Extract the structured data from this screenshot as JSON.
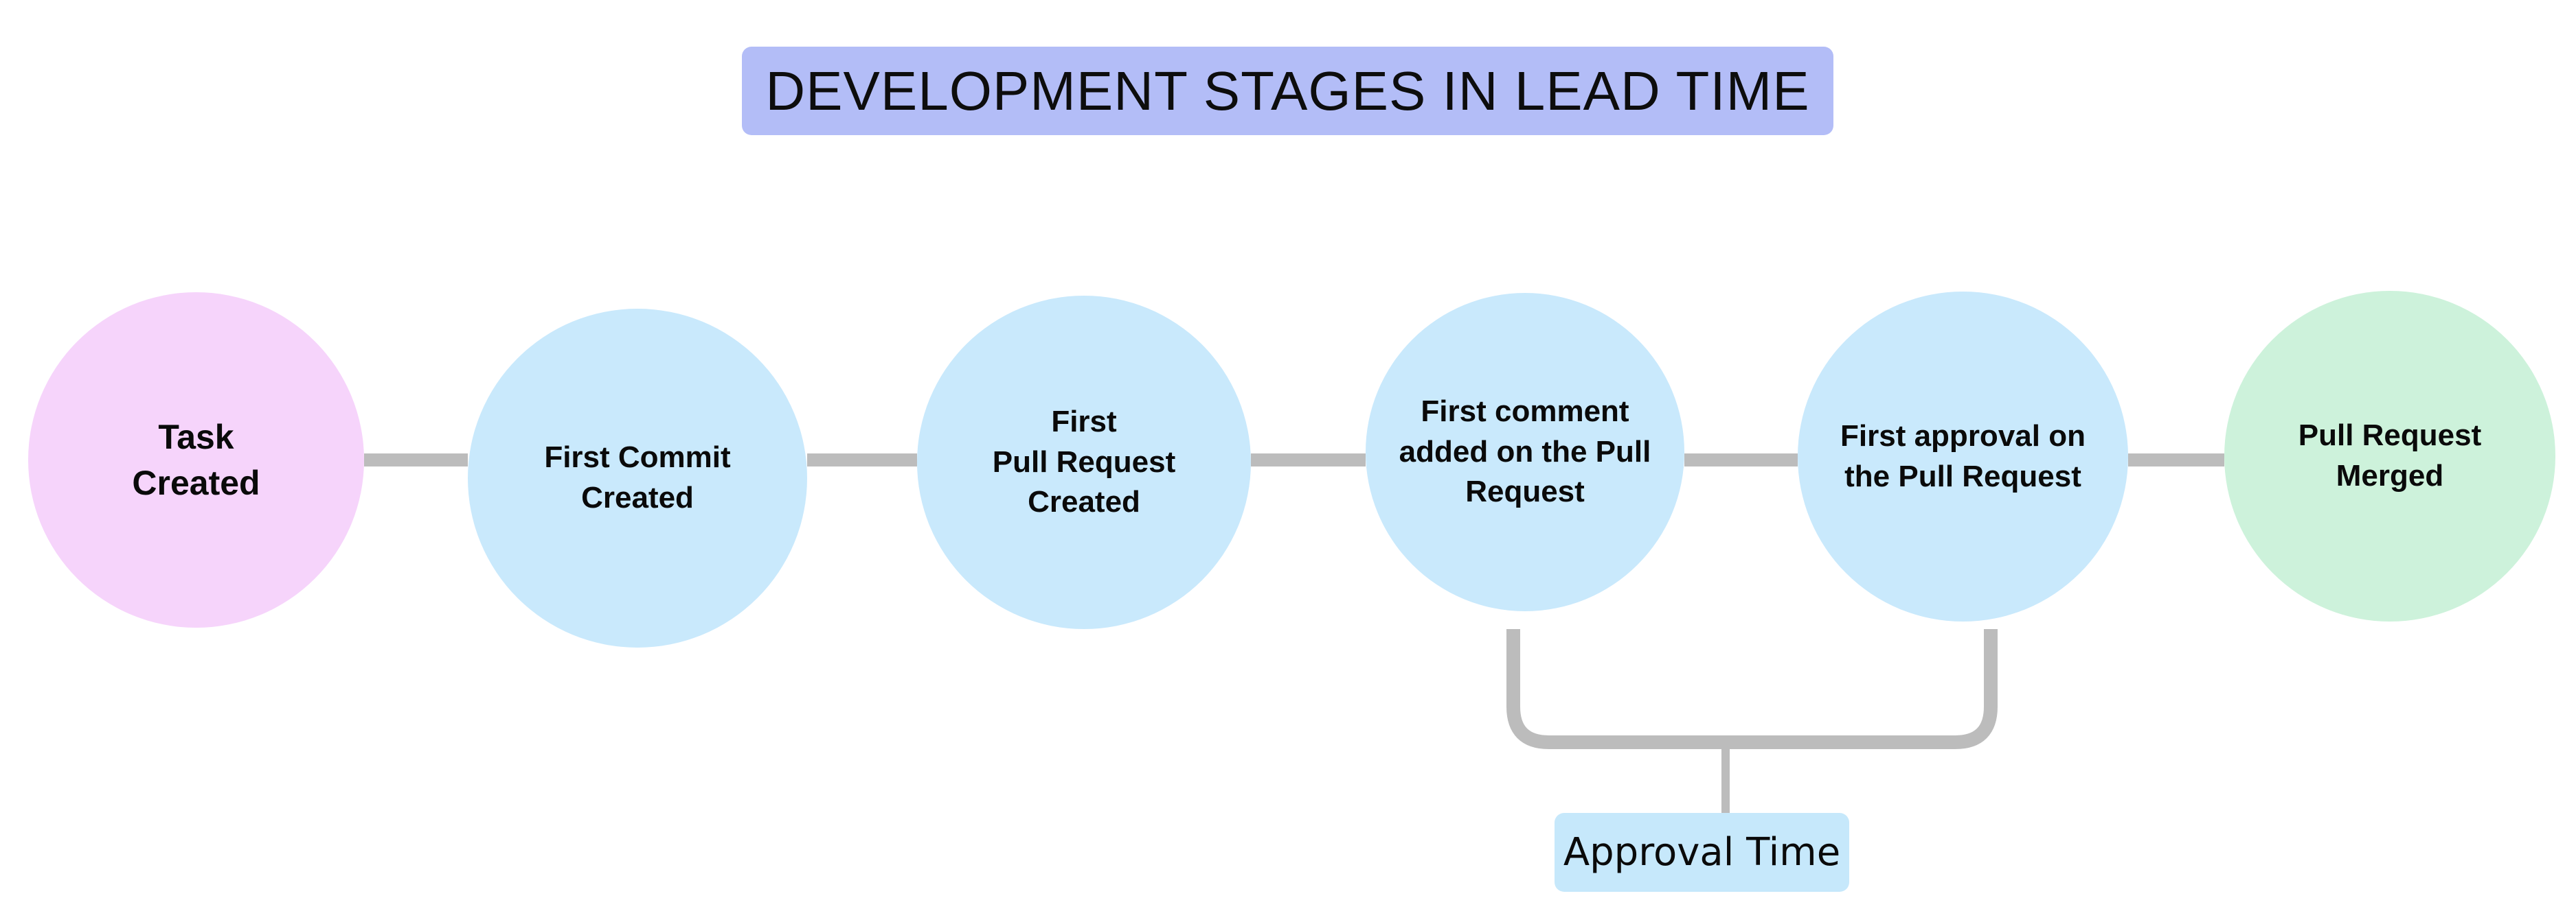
{
  "title": {
    "text": "DEVELOPMENT STAGES IN LEAD TIME",
    "background_color": "#b3bdf7",
    "text_color": "#0d0d0d"
  },
  "colors": {
    "canvas_background": "#ffffff",
    "connector_gray": "#bcbcbc",
    "start_node_pink": "#f6d4fb",
    "middle_node_blue": "#c9e9fc",
    "end_node_green": "#cdf2db",
    "callout_blue": "#c6e8fb",
    "title_purple": "#b3bdf7"
  },
  "stages": [
    {
      "id": "task-created",
      "label": "Task\nCreated",
      "color": "#f6d4fb",
      "font_size": 50
    },
    {
      "id": "first-commit-created",
      "label": "First Commit\nCreated",
      "color": "#c9e9fc",
      "font_size": 44
    },
    {
      "id": "first-pull-request-created",
      "label": "First\nPull Request\nCreated",
      "color": "#c9e9fc",
      "font_size": 44
    },
    {
      "id": "first-comment-added-on-pull-request",
      "label": "First comment\nadded on the Pull\nRequest",
      "color": "#c9e9fc",
      "font_size": 44
    },
    {
      "id": "first-approval-on-pull-request",
      "label": "First approval on\nthe Pull Request",
      "color": "#c9e9fc",
      "font_size": 44
    },
    {
      "id": "pull-request-merged",
      "label": "Pull Request\nMerged",
      "color": "#cdf2db",
      "font_size": 44
    }
  ],
  "annotation": {
    "label": "Approval Time",
    "spans_from": "first-comment-added-on-pull-request",
    "spans_to": "first-approval-on-pull-request",
    "background_color": "#c6e8fb"
  }
}
